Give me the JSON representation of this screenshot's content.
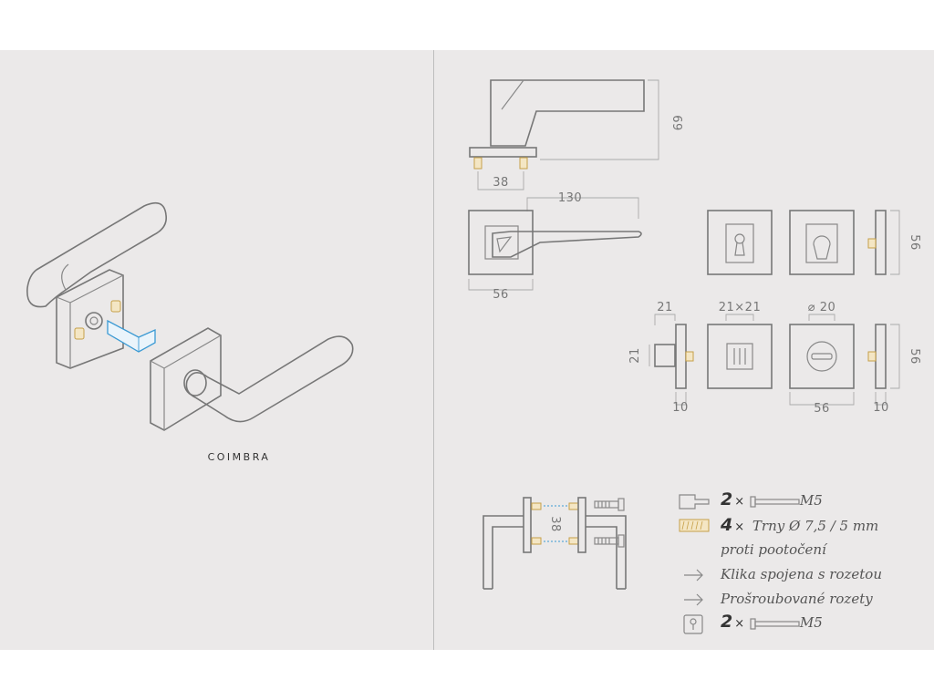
{
  "product_name": "COIMBRA",
  "dimensions": {
    "handle_height": "69",
    "pin_spacing": "38",
    "handle_length": "130",
    "rose_width": "56",
    "rose_height_right": "56",
    "thumbturn_width": "21",
    "thumbturn_height": "21",
    "thumbturn_depth": "10",
    "thumbturn_square": "21×21",
    "wc_diameter": "⌀ 20",
    "wc_rose_width": "56",
    "wc_rose_height": "56",
    "wc_depth": "10",
    "assembly_pin_spacing": "38"
  },
  "legend": {
    "row1_qty": "2",
    "row1_times": "×",
    "row1_text": "M5",
    "row2_qty": "4",
    "row2_times": "×",
    "row2_text": "Trny Ø 7,5 / 5 mm",
    "row2_text_line2": "proti pootočení",
    "row3_text": "Klika spojena s rozetou",
    "row4_text": "Prošroubované rozety",
    "row5_qty": "2",
    "row5_times": "×",
    "row5_text": "M5"
  },
  "colors": {
    "background": "#ebe9e9",
    "line": "#777777",
    "pin_gold": "#c6a049",
    "spindle_blue": "#3b9ad4"
  },
  "icons": [
    "handle-icon",
    "pin-icon",
    "arrow-right-icon",
    "keyhole-icon",
    "screw-icon"
  ]
}
